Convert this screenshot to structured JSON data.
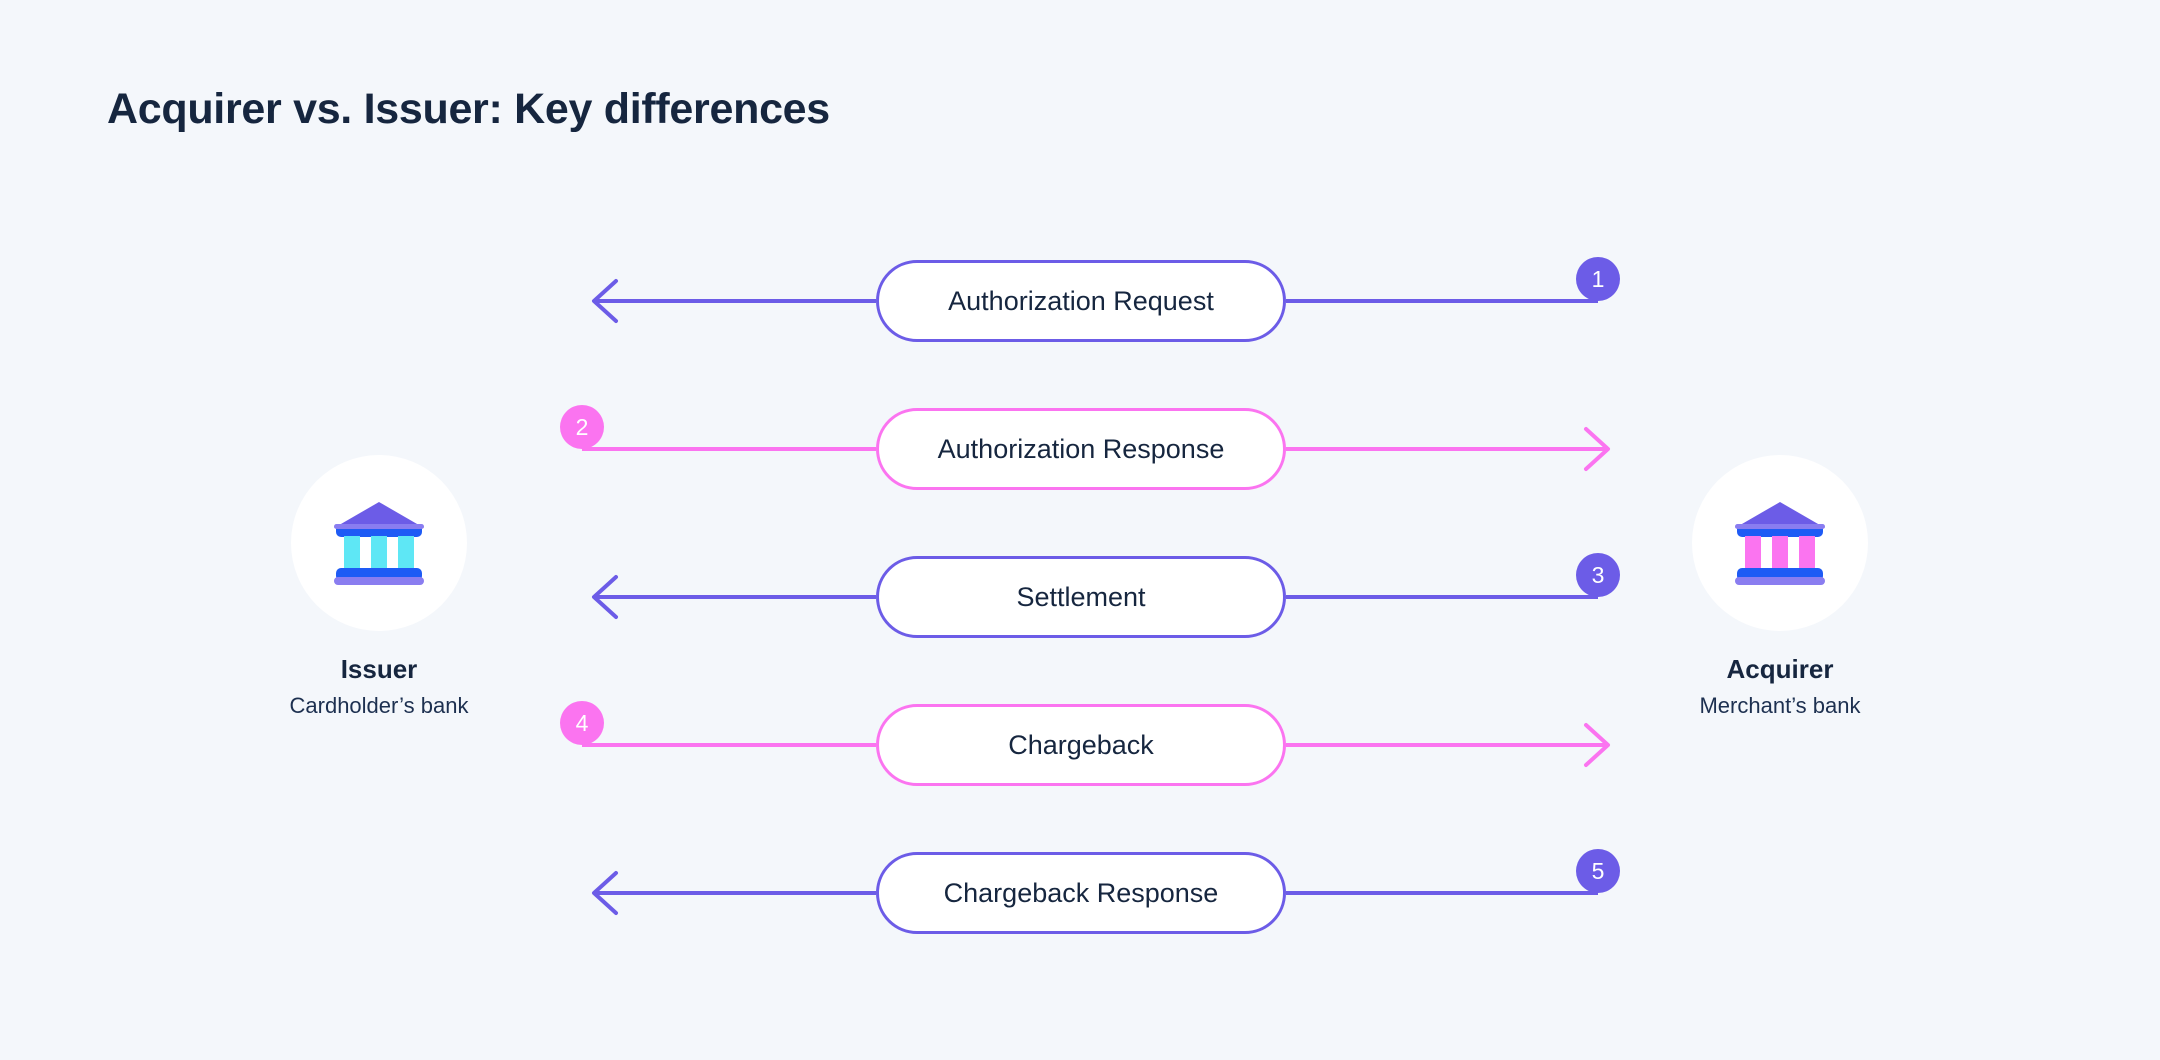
{
  "page": {
    "title": "Acquirer vs. Issuer: Key differences",
    "background_color": "#f4f7fb",
    "title_color": "#16263f"
  },
  "colors": {
    "purple": "#6c5ce7",
    "pink": "#fb74f0",
    "badge_purple": "#6c5ce7",
    "badge_pink": "#fb74f0",
    "pill_fill": "#ffffff",
    "text_dark": "#16263f",
    "icon_roof": "#6c5ce7",
    "icon_bar": "#1e5bf5",
    "icon_columns_issuer": "#5ee7f5",
    "icon_columns_acquirer": "#fb74f0"
  },
  "actors": {
    "left": {
      "name": "Issuer",
      "subtitle": "Cardholder’s bank",
      "icon": "bank-icon",
      "column_color": "#5ee7f5"
    },
    "right": {
      "name": "Acquirer",
      "subtitle": "Merchant’s bank",
      "icon": "bank-icon",
      "column_color": "#fb74f0"
    }
  },
  "chart_data": {
    "type": "diagram",
    "title": "Acquirer vs. Issuer: Key differences",
    "left_actor": "Issuer",
    "right_actor": "Acquirer",
    "flows": [
      {
        "step": "1",
        "label": "Authorization Request",
        "direction": "right-to-left",
        "from": "Acquirer",
        "to": "Issuer",
        "color": "#6c5ce7",
        "badge_side": "right"
      },
      {
        "step": "2",
        "label": "Authorization Response",
        "direction": "left-to-right",
        "from": "Issuer",
        "to": "Acquirer",
        "color": "#fb74f0",
        "badge_side": "left"
      },
      {
        "step": "3",
        "label": "Settlement",
        "direction": "right-to-left",
        "from": "Acquirer",
        "to": "Issuer",
        "color": "#6c5ce7",
        "badge_side": "right"
      },
      {
        "step": "4",
        "label": "Chargeback",
        "direction": "left-to-right",
        "from": "Issuer",
        "to": "Acquirer",
        "color": "#fb74f0",
        "badge_side": "left"
      },
      {
        "step": "5",
        "label": "Chargeback Response",
        "direction": "right-to-left",
        "from": "Acquirer",
        "to": "Issuer",
        "color": "#6c5ce7",
        "badge_side": "right"
      }
    ]
  }
}
